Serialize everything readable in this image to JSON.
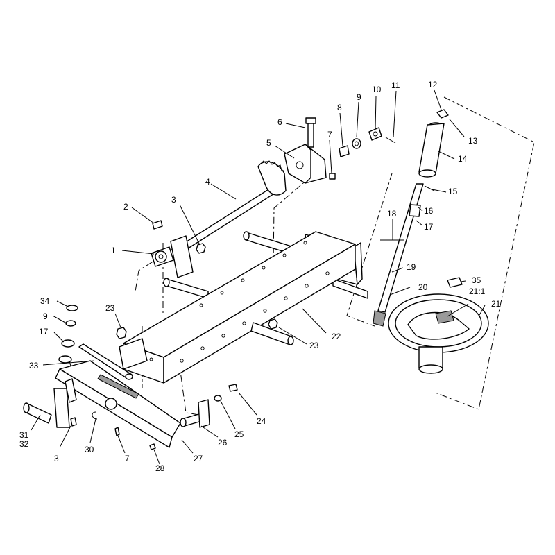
{
  "callouts": [
    {
      "id": "c1",
      "text": "1"
    },
    {
      "id": "c2",
      "text": "2"
    },
    {
      "id": "c3a",
      "text": "3"
    },
    {
      "id": "c3b",
      "text": "3"
    },
    {
      "id": "c4",
      "text": "4"
    },
    {
      "id": "c5",
      "text": "5"
    },
    {
      "id": "c6",
      "text": "6"
    },
    {
      "id": "c7a",
      "text": "7"
    },
    {
      "id": "c7b",
      "text": "7"
    },
    {
      "id": "c8",
      "text": "8"
    },
    {
      "id": "c9a",
      "text": "9"
    },
    {
      "id": "c9b",
      "text": "9"
    },
    {
      "id": "c10",
      "text": "10"
    },
    {
      "id": "c11",
      "text": "11"
    },
    {
      "id": "c12",
      "text": "12"
    },
    {
      "id": "c13",
      "text": "13"
    },
    {
      "id": "c14",
      "text": "14"
    },
    {
      "id": "c15",
      "text": "15"
    },
    {
      "id": "c16",
      "text": "16"
    },
    {
      "id": "c17a",
      "text": "17"
    },
    {
      "id": "c17b",
      "text": "17"
    },
    {
      "id": "c18",
      "text": "18"
    },
    {
      "id": "c19",
      "text": "19"
    },
    {
      "id": "c20",
      "text": "20"
    },
    {
      "id": "c21a",
      "text": "21:1"
    },
    {
      "id": "c21b",
      "text": "21"
    },
    {
      "id": "c22",
      "text": "22"
    },
    {
      "id": "c23a",
      "text": "23"
    },
    {
      "id": "c23b",
      "text": "23"
    },
    {
      "id": "c24",
      "text": "24"
    },
    {
      "id": "c25",
      "text": "25"
    },
    {
      "id": "c26",
      "text": "26"
    },
    {
      "id": "c27",
      "text": "27"
    },
    {
      "id": "c28",
      "text": "28"
    },
    {
      "id": "c30",
      "text": "30"
    },
    {
      "id": "c31",
      "text": "31"
    },
    {
      "id": "c32",
      "text": "32"
    },
    {
      "id": "c33",
      "text": "33"
    },
    {
      "id": "c34",
      "text": "34"
    },
    {
      "id": "c35",
      "text": "35"
    }
  ]
}
